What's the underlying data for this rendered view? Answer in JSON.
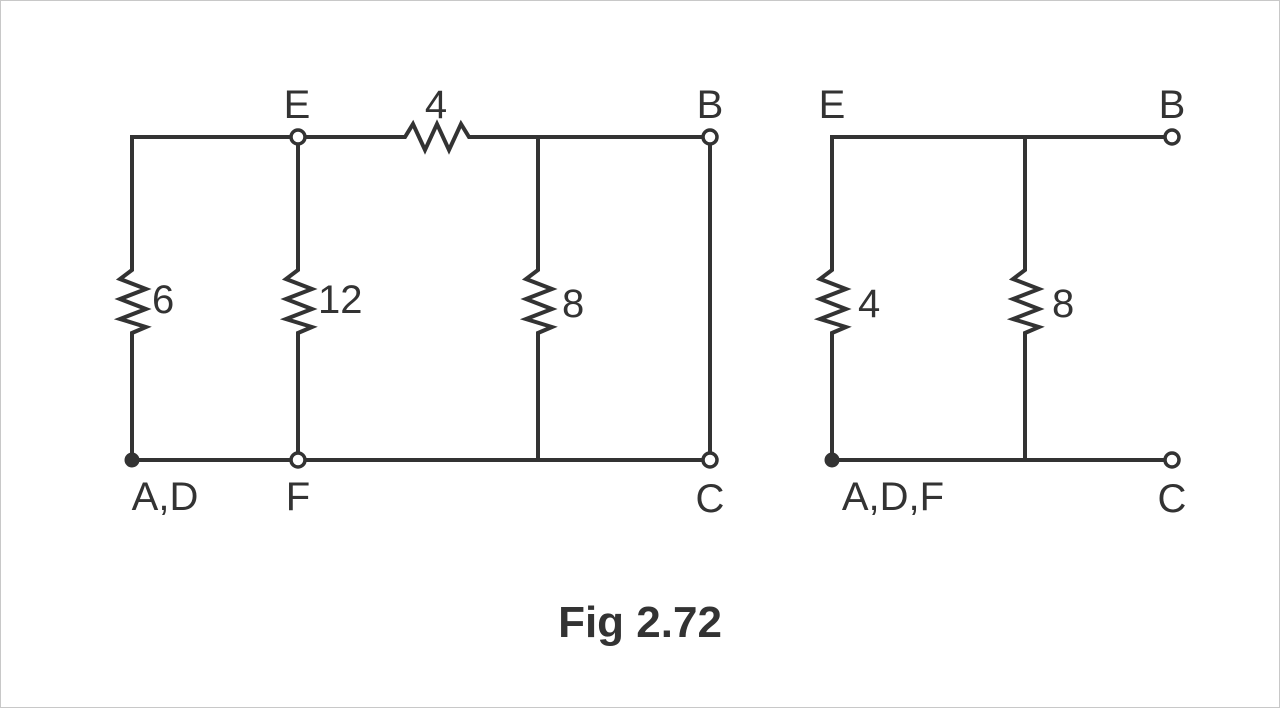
{
  "figure": {
    "caption": "Fig 2.72"
  },
  "left_circuit": {
    "nodes": {
      "E": "E",
      "B": "B",
      "AD": "A,D",
      "F": "F",
      "C": "C"
    },
    "resistors": {
      "top": "4",
      "left": "6",
      "middle": "12",
      "right": "8"
    }
  },
  "right_circuit": {
    "nodes": {
      "E": "E",
      "B": "B",
      "ADF": "A,D,F",
      "C": "C"
    },
    "resistors": {
      "left": "4",
      "right": "8"
    }
  },
  "colors": {
    "line": "#333333",
    "background": "#ffffff"
  }
}
